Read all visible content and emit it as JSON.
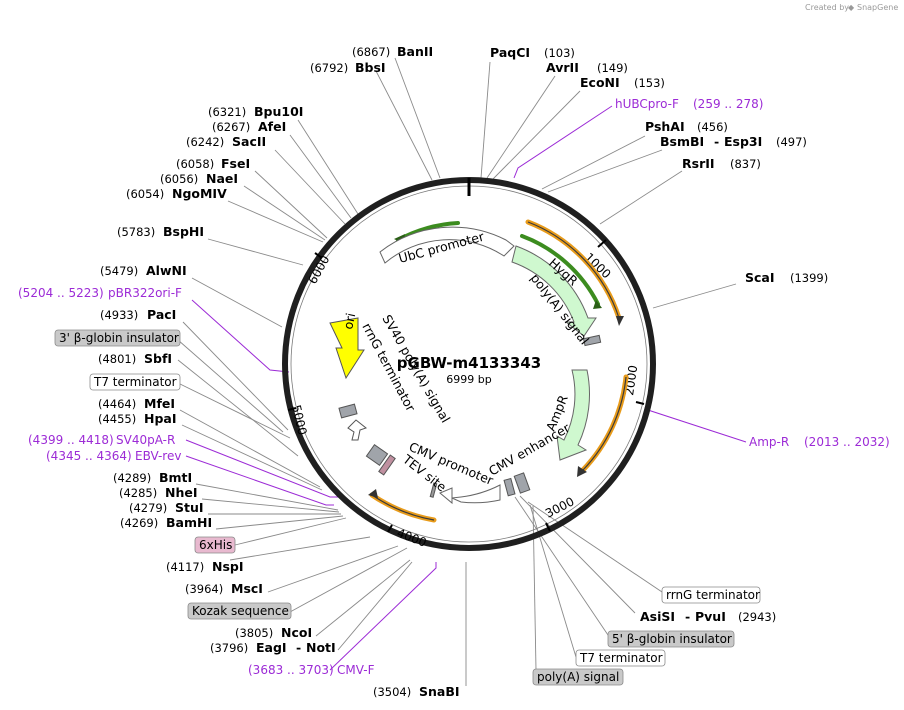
{
  "app": {
    "credit_prefix": "Created by",
    "credit_brand": "SnapGene"
  },
  "plasmid": {
    "name": "pGBW-m4133343",
    "length": "6999 bp"
  },
  "colors": {
    "primer": "#9c2bd6",
    "feature_fill": "#cff8cf",
    "boxed_gray": "#c9c9c9",
    "boxed_pink": "#e8b9cf",
    "ori": "#ffff00",
    "orange_arc": "#e89b1a",
    "green_arc": "#3c8c1f"
  },
  "ticks": [
    "1000",
    "2000",
    "3000",
    "4000",
    "5000",
    "6000"
  ],
  "sites": [
    {
      "name": "BanII",
      "pos": "(6867)"
    },
    {
      "name": "BbsI",
      "pos": "(6792)"
    },
    {
      "name": "PaqCI",
      "pos": "(103)"
    },
    {
      "name": "AvrII",
      "pos": "(149)"
    },
    {
      "name": "EcoNI",
      "pos": "(153)"
    },
    {
      "name": "PshAI",
      "pos": "(456)"
    },
    {
      "name": "BsmBI",
      "pos": "(497)"
    },
    {
      "name": "Esp3I",
      "pos": ""
    },
    {
      "name": "RsrII",
      "pos": "(837)"
    },
    {
      "name": "Bpu10I",
      "pos": "(6321)"
    },
    {
      "name": "AfeI",
      "pos": "(6267)"
    },
    {
      "name": "SacII",
      "pos": "(6242)"
    },
    {
      "name": "FseI",
      "pos": "(6058)"
    },
    {
      "name": "NaeI",
      "pos": "(6056)"
    },
    {
      "name": "NgoMIV",
      "pos": "(6054)"
    },
    {
      "name": "BspHI",
      "pos": "(5783)"
    },
    {
      "name": "AlwNI",
      "pos": "(5479)"
    },
    {
      "name": "ScaI",
      "pos": "(1399)"
    },
    {
      "name": "PacI",
      "pos": "(4933)"
    },
    {
      "name": "SbfI",
      "pos": "(4801)"
    },
    {
      "name": "MfeI",
      "pos": "(4464)"
    },
    {
      "name": "HpaI",
      "pos": "(4455)"
    },
    {
      "name": "BmtI",
      "pos": "(4289)"
    },
    {
      "name": "NheI",
      "pos": "(4285)"
    },
    {
      "name": "StuI",
      "pos": "(4279)"
    },
    {
      "name": "BamHI",
      "pos": "(4269)"
    },
    {
      "name": "NspI",
      "pos": "(4117)"
    },
    {
      "name": "MscI",
      "pos": "(3964)"
    },
    {
      "name": "NcoI",
      "pos": "(3805)"
    },
    {
      "name": "EagI",
      "pos": "(3796)"
    },
    {
      "name": "NotI",
      "pos": ""
    },
    {
      "name": "SnaBI",
      "pos": "(3504)"
    },
    {
      "name": "AsiSI",
      "pos": "(2943)"
    },
    {
      "name": "PvuI",
      "pos": ""
    }
  ],
  "primers": [
    {
      "name": "hUBCpro-F",
      "range": "(259 .. 278)"
    },
    {
      "name": "pBR322ori-F",
      "range": "(5204 .. 5223)"
    },
    {
      "name": "SV40pA-R",
      "range": "(4399 .. 4418)"
    },
    {
      "name": "EBV-rev",
      "range": "(4345 .. 4364)"
    },
    {
      "name": "Amp-R",
      "range": "(2013 .. 2032)"
    },
    {
      "name": "CMV-F",
      "range": "(3683 .. 3703)"
    }
  ],
  "boxed_labels": [
    "3' β-globin insulator",
    "T7 terminator",
    "6xHis",
    "Kozak sequence",
    "rrnG terminator",
    "5' β-globin insulator",
    "T7 terminator",
    "poly(A) signal"
  ],
  "features": {
    "ubc_promoter": "UbC promoter",
    "hygr": "HygR",
    "polya_signal": "poly(A) signal",
    "ampr": "AmpR",
    "cmv_enhancer": "CMV enhancer",
    "cmv_promoter": "CMV promoter",
    "tev_site": "TEV site",
    "ori": "ori",
    "sv40_polya": "SV40 poly(A) signal",
    "rrng_terminator": "rrnG terminator"
  }
}
